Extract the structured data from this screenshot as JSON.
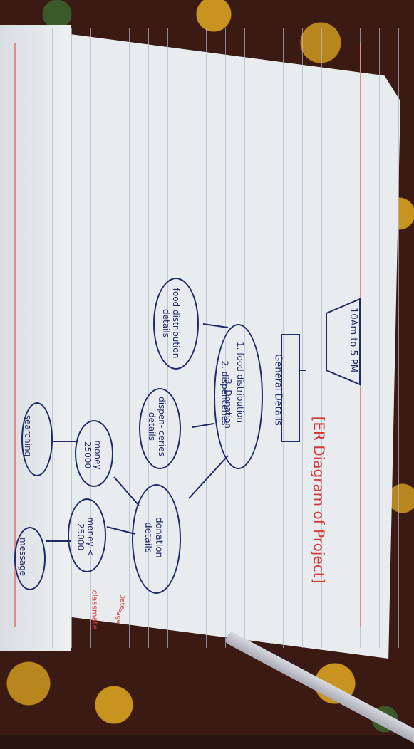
{
  "title": "[ER Diagram of Project]",
  "hours": "10Am to 5 PM",
  "general": "General Details",
  "list": [
    "1. food distribution",
    "2. dispenceries",
    "3. Donation"
  ],
  "entities": {
    "food": "food distribution details",
    "disp": "dispen- ceries details",
    "donation": "donation details",
    "money1": "money 25000",
    "money2": "money < 25000",
    "searching": "searching",
    "message": "message"
  },
  "brand": "classmate",
  "date_label": "Date",
  "page_label": "Page"
}
